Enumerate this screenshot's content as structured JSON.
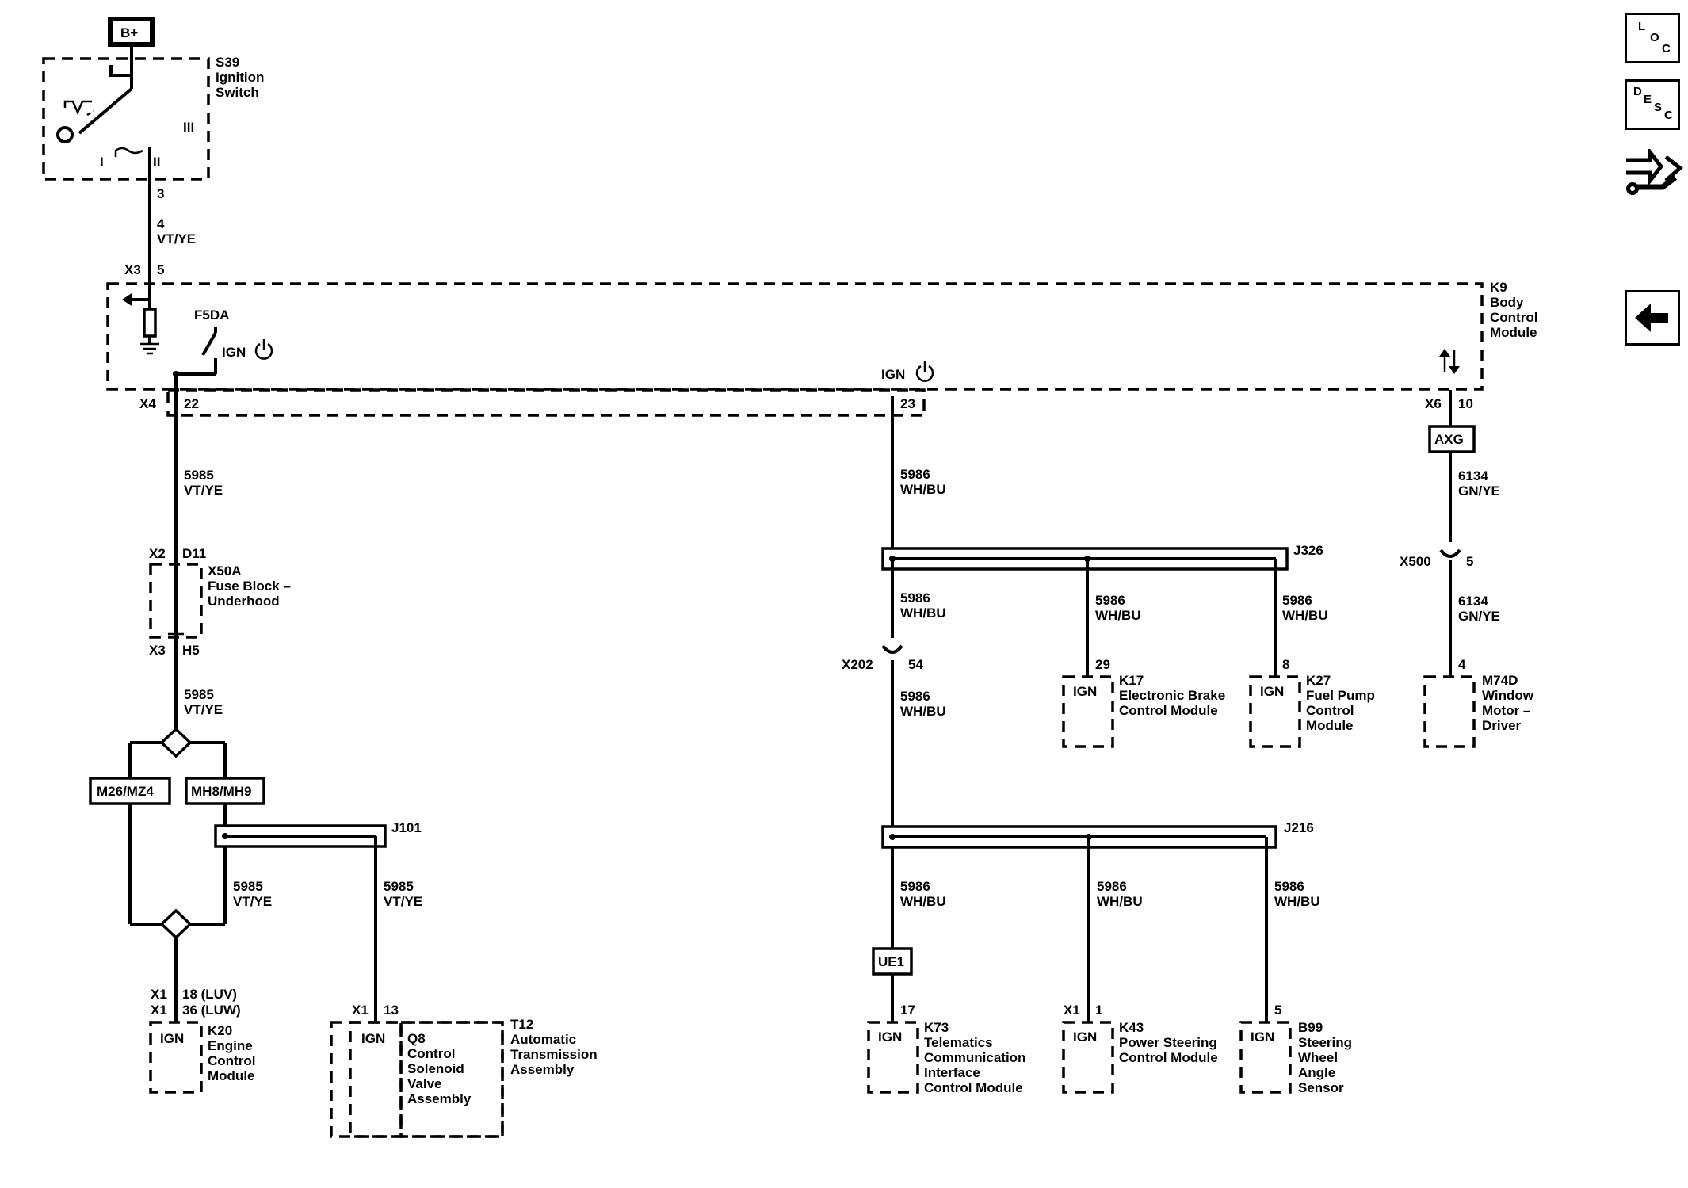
{
  "nav": {
    "loc": [
      "L",
      "O",
      "C"
    ],
    "desc": [
      "D",
      "E",
      "S",
      "C"
    ],
    "back_icon": "arrow-left-icon",
    "service_icon": "wrench-arrows-icon"
  },
  "power": {
    "label": "B+"
  },
  "ignition_switch": {
    "name": [
      "S39",
      "Ignition",
      "Switch"
    ],
    "positions": {
      "i": "I",
      "ii": "II",
      "iii": "III"
    },
    "out_pin": "3"
  },
  "wire_top": {
    "circuit": "4",
    "color": "VT/YE"
  },
  "bcm": {
    "name": [
      "K9",
      "Body",
      "Control",
      "Module"
    ],
    "x3": "X3",
    "x3_pin": "5",
    "fuse": "F5DA",
    "ign": "IGN",
    "ign2": "IGN",
    "x4": "X4",
    "pin22": "22",
    "pin23": "23",
    "x6": "X6",
    "pin10": "10"
  },
  "left_chain": {
    "w1": {
      "circuit": "5985",
      "color": "VT/YE"
    },
    "fuse_block": {
      "top_conn": "X2",
      "top_pin": "D11",
      "name": [
        "X50A",
        "Fuse Block –",
        "Underhood"
      ],
      "bot_conn": "X3",
      "bot_pin": "H5"
    },
    "w2": {
      "circuit": "5985",
      "color": "VT/YE"
    },
    "option_a": "M26/MZ4",
    "option_b": "MH8/MH9",
    "splice": "J101",
    "w3": {
      "circuit": "5985",
      "color": "VT/YE"
    },
    "w4": {
      "circuit": "5985",
      "color": "VT/YE"
    },
    "ecm": {
      "conn": "X1",
      "pins": [
        "18 (LUV)",
        "36 (LUW)"
      ],
      "conn2": "X1",
      "ign": "IGN",
      "name": [
        "K20",
        "Engine",
        "Control",
        "Module"
      ]
    },
    "tcm": {
      "conn": "X1",
      "pin": "13",
      "ign": "IGN",
      "q8": [
        "Q8",
        "Control",
        "Solenoid",
        "Valve",
        "Assembly"
      ],
      "name": [
        "T12",
        "Automatic",
        "Transmission",
        "Assembly"
      ]
    }
  },
  "middle_chain": {
    "w1": {
      "circuit": "5986",
      "color": "WH/BU"
    },
    "splice1": "J326",
    "w2": {
      "circuit": "5986",
      "color": "WH/BU"
    },
    "inline": {
      "conn": "X202",
      "pin": "54"
    },
    "w3": {
      "circuit": "5986",
      "color": "WH/BU"
    },
    "ebcm_wire": {
      "circuit": "5986",
      "color": "WH/BU"
    },
    "ebcm": {
      "pin": "29",
      "ign": "IGN",
      "name": [
        "K17",
        "Electronic Brake",
        "Control Module"
      ]
    },
    "fpcm_wire": {
      "circuit": "5986",
      "color": "WH/BU"
    },
    "fpcm": {
      "pin": "8",
      "ign": "IGN",
      "name": [
        "K27",
        "Fuel Pump",
        "Control",
        "Module"
      ]
    },
    "splice2": "J216",
    "tel_wire": {
      "circuit": "5986",
      "color": "WH/BU"
    },
    "ue1": "UE1",
    "tel": {
      "pin": "17",
      "ign": "IGN",
      "name": [
        "K73",
        "Telematics",
        "Communication",
        "Interface",
        "Control Module"
      ]
    },
    "pscm_wire": {
      "circuit": "5986",
      "color": "WH/BU"
    },
    "pscm": {
      "conn": "X1",
      "pin": "1",
      "ign": "IGN",
      "name": [
        "K43",
        "Power Steering",
        "Control Module"
      ]
    },
    "swas_wire": {
      "circuit": "5986",
      "color": "WH/BU"
    },
    "swas": {
      "pin": "5",
      "ign": "IGN",
      "name": [
        "B99",
        "Steering",
        "Wheel",
        "Angle",
        "Sensor"
      ]
    }
  },
  "right_chain": {
    "option": "AXG",
    "w1": {
      "circuit": "6134",
      "color": "GN/YE"
    },
    "inline": {
      "conn": "X500",
      "pin": "5"
    },
    "w2": {
      "circuit": "6134",
      "color": "GN/YE"
    },
    "motor": {
      "pin": "4",
      "name": [
        "M74D",
        "Window",
        "Motor –",
        "Driver"
      ]
    }
  }
}
